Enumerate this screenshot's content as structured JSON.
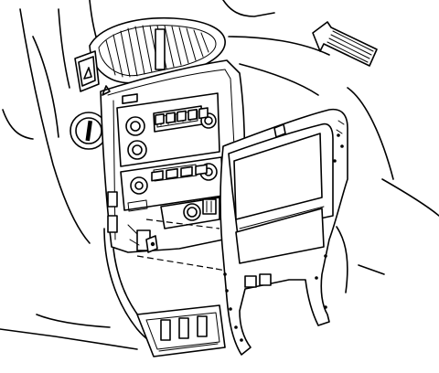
{
  "figure": {
    "type": "line-art",
    "colors": {
      "ink": "#000000",
      "paper": "#ffffff"
    },
    "parts": [
      {
        "name": "dashboard",
        "icon": "dashboard-outline"
      },
      {
        "name": "center-air-vent",
        "icon": "vent-grille"
      },
      {
        "name": "hazard-switch",
        "icon": "triangle-button"
      },
      {
        "name": "ignition-switch",
        "icon": "round-lock"
      },
      {
        "name": "radio-unit",
        "icon": "radio-faceplate"
      },
      {
        "name": "climate-control-unit",
        "icon": "hvac-faceplate"
      },
      {
        "name": "accessory-switches",
        "icon": "switch-pair"
      },
      {
        "name": "instrument-panel-trim-plate",
        "icon": "bezel-frame"
      },
      {
        "name": "lower-console-support",
        "icon": "bracket"
      },
      {
        "name": "removal-direction-arrow",
        "icon": "arrow-icon"
      }
    ]
  }
}
